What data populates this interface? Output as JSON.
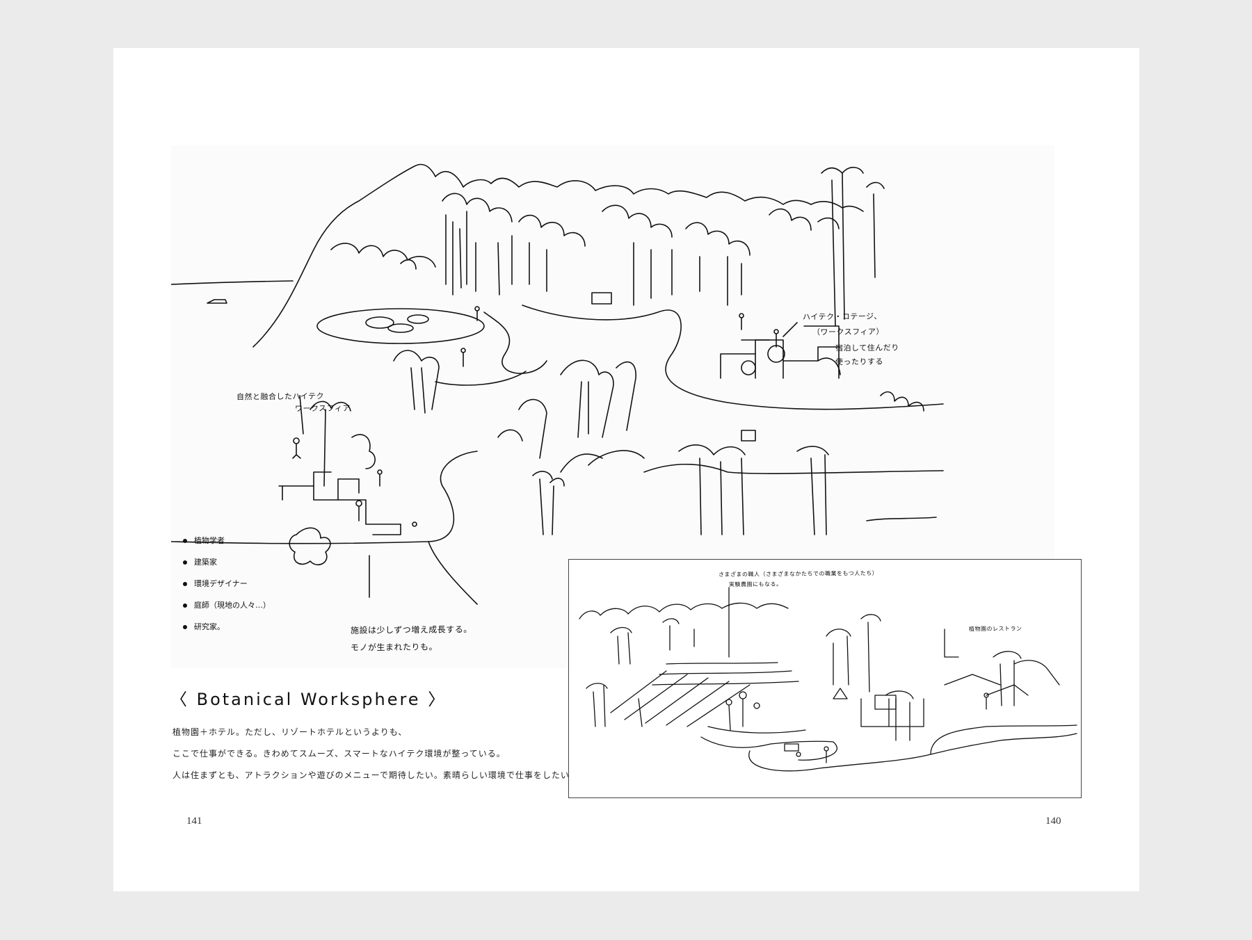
{
  "page": {
    "title": "〈 Botanical Worksphere 〉",
    "body_lines": [
      "植物園＋ホテル。ただし、リゾートホテルというよりも、",
      "ここで仕事ができる。きわめてスムーズ、スマートなハイテク環境が整っている。",
      "人は住まずとも、アトラクションや遊びのメニューで期待したい。素晴らしい環境で仕事をしたい。"
    ],
    "page_left": "141",
    "page_right": "140"
  },
  "annotations": {
    "hitech_worksphere": [
      "自然と融合したハイテク",
      "ワークスフィア"
    ],
    "cottage": [
      "ハイテク・コテージ、",
      "（ワークスフィア）",
      "宿泊して住んだり",
      "使ったりする"
    ],
    "facility_grows": [
      "施設は少しずつ増え成長する。",
      "モノが生まれたりも。"
    ],
    "inset_top": [
      "さまざまの職人（さまざまなかたちでの職業をもつ人たち）",
      "実験農園にもなる。"
    ],
    "inset_right": "植物園のレストラン"
  },
  "people_list": [
    "植物学者",
    "建築家",
    "環境デザイナー",
    "庭師（現地の人々…）",
    "研究家。"
  ],
  "colors": {
    "background": "#ebebeb",
    "paper": "#ffffff",
    "ink": "#111111"
  }
}
